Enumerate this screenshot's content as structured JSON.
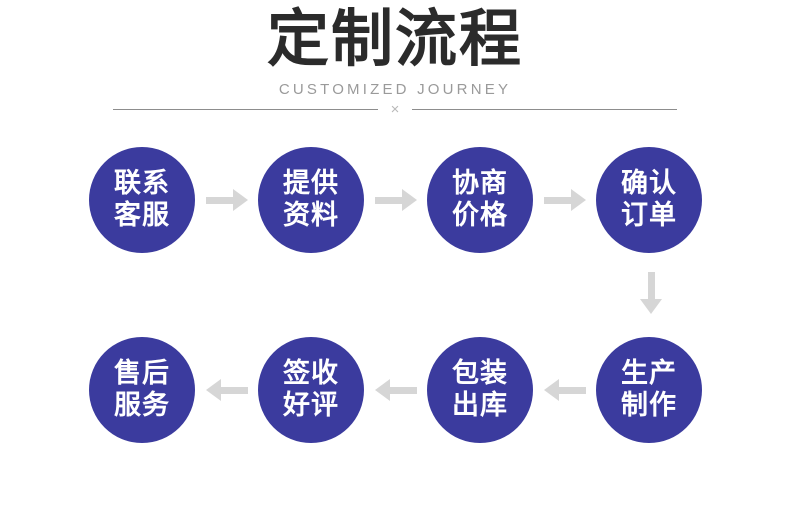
{
  "header": {
    "title": "定制流程",
    "subtitle": "CUSTOMIZED JOURNEY",
    "divider_mark": "×"
  },
  "colors": {
    "background": "#ffffff",
    "node_fill": "#3b3b9e",
    "node_text": "#ffffff",
    "title_text": "#2b2b2b",
    "subtitle_text": "#9a9a9a",
    "divider_line": "#8d8d8d",
    "arrow": "#d6d6d6"
  },
  "flow": {
    "row1": {
      "direction": "left-to-right",
      "nodes": [
        {
          "line1": "联系",
          "line2": "客服"
        },
        {
          "line1": "提供",
          "line2": "资料"
        },
        {
          "line1": "协商",
          "line2": "价格"
        },
        {
          "line1": "确认",
          "line2": "订单"
        }
      ],
      "connectors": [
        "arrow-right",
        "arrow-right",
        "arrow-right"
      ]
    },
    "row_connector": "arrow-down",
    "row2": {
      "direction": "right-to-left",
      "nodes": [
        {
          "line1": "售后",
          "line2": "服务"
        },
        {
          "line1": "签收",
          "line2": "好评"
        },
        {
          "line1": "包装",
          "line2": "出库"
        },
        {
          "line1": "生产",
          "line2": "制作"
        }
      ],
      "connectors": [
        "arrow-left",
        "arrow-left",
        "arrow-left"
      ]
    }
  }
}
